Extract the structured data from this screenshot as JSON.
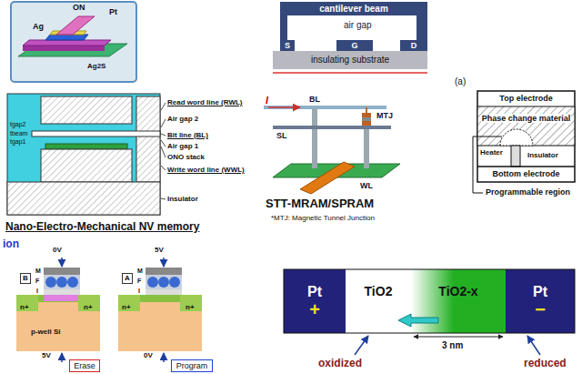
{
  "diagram": {
    "nodes": [
      {
        "text": [
          "cantilever beam"
        ]
      },
      {
        "text": [
          "S"
        ]
      },
      {
        "text": [
          "G"
        ]
      },
      {
        "text": [
          "D"
        ]
      },
      {
        "text": [
          "insulating substrate"
        ]
      },
      {
        "text": [
          "Top electrode"
        ]
      },
      {
        "text": [
          "Phase change material"
        ]
      },
      {
        "text": [
          "Bottom electrode"
        ]
      },
      {
        "text": [
          "B"
        ]
      },
      {
        "text": [
          "A"
        ]
      },
      {
        "text": [
          "Erase"
        ]
      },
      {
        "text": [
          "Program"
        ]
      },
      {
        "text": [
          "Pt",
          "+"
        ]
      },
      {
        "text": [
          "TiO2"
        ]
      },
      {
        "text": [
          "TiO2-x"
        ]
      },
      {
        "text": [
          "Pt",
          "−"
        ]
      }
    ],
    "labels": [
      "ON",
      "Ag",
      "Pt",
      "Ag2S",
      "air gap",
      "(a)",
      "Heater",
      "Insulator",
      "Programmable region",
      "Read word line (RWL)",
      "Air gap 2",
      "Bit line (BL)",
      "Air gap 1",
      "ONO stack",
      "Write word line (WWL)",
      "Insulator",
      "tgap2",
      "tbeam",
      "tgap1",
      "Nano-Electro-Mechanical NV memory",
      "I",
      "BL",
      "MTJ",
      "SL",
      "WL",
      "STT-MRAM/SPRAM",
      "*MTJ: Magnetic Tunnel Junction",
      "ion",
      "0V",
      "M",
      "F",
      "I",
      "n+",
      "n+",
      "p-well Si",
      "5V",
      "5V",
      "M",
      "F",
      "I",
      "n+",
      "n+",
      "0V",
      "oxidized",
      "reduced",
      "3 nm"
    ]
  }
}
